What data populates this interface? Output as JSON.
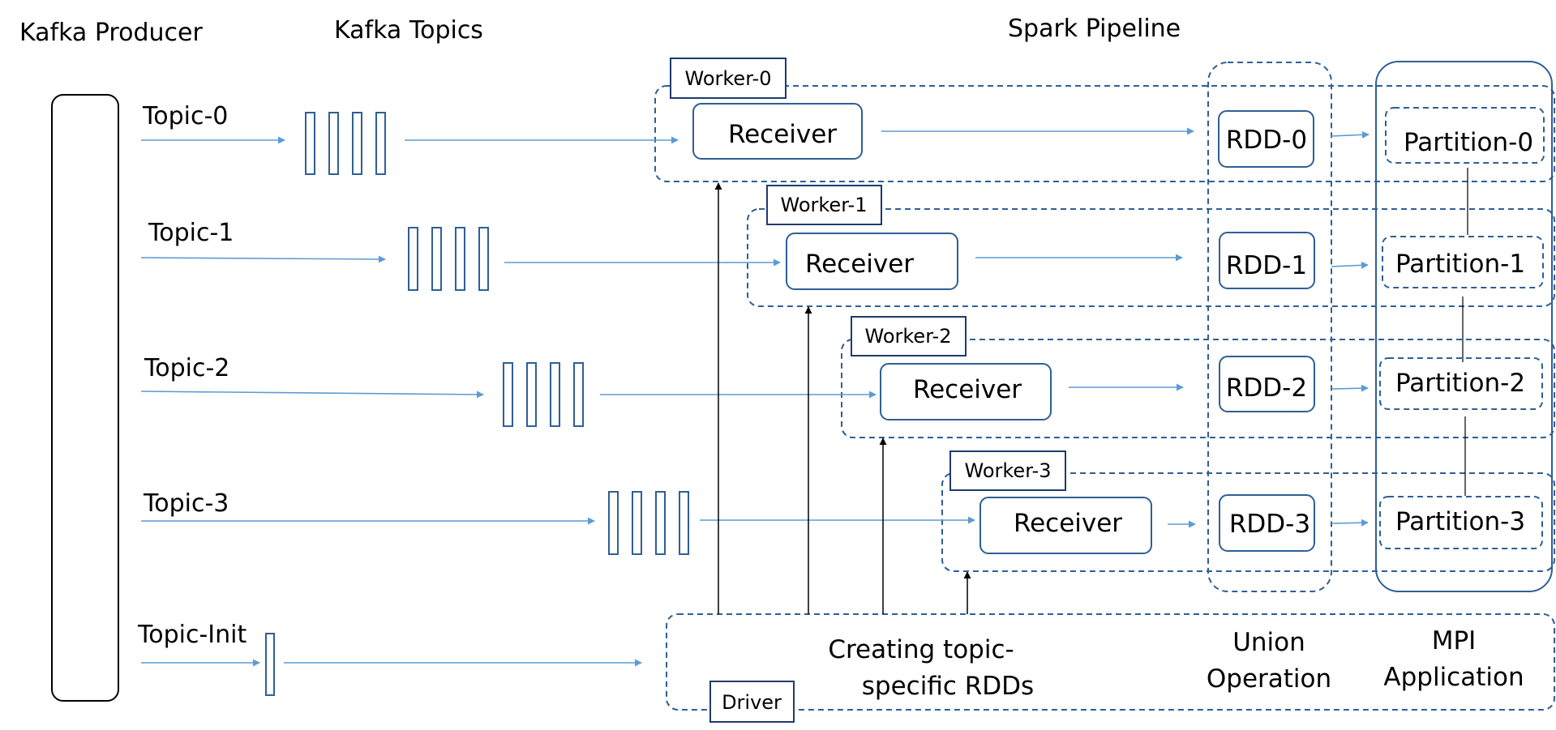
{
  "headers": {
    "producer": "Kafka Producer",
    "topics": "Kafka Topics",
    "pipeline": "Spark Pipeline"
  },
  "topics": [
    {
      "label": "Topic-0",
      "partitions": 4
    },
    {
      "label": "Topic-1",
      "partitions": 4
    },
    {
      "label": "Topic-2",
      "partitions": 4
    },
    {
      "label": "Topic-3",
      "partitions": 4
    },
    {
      "label": "Topic-Init",
      "partitions": 1
    }
  ],
  "workers": [
    {
      "label": "Worker-0",
      "receiver": "Receiver",
      "rdd": "RDD-0",
      "partition": "Partition-0"
    },
    {
      "label": "Worker-1",
      "receiver": "Receiver",
      "rdd": "RDD-1",
      "partition": "Partition-1"
    },
    {
      "label": "Worker-2",
      "receiver": "Receiver",
      "rdd": "RDD-2",
      "partition": "Partition-2"
    },
    {
      "label": "Worker-3",
      "receiver": "Receiver",
      "rdd": "RDD-3",
      "partition": "Partition-3"
    }
  ],
  "driver": {
    "label": "Driver",
    "task_line1": "Creating topic-",
    "task_line2": "specific RDDs",
    "union_line1": "Union",
    "union_line2": "Operation",
    "mpi_line1": "MPI",
    "mpi_line2": "Application"
  },
  "colors": {
    "blue": "#5b9bd5",
    "box_border": "#2e5f96",
    "dark_border": "#1f3a6e",
    "black": "#000000"
  }
}
